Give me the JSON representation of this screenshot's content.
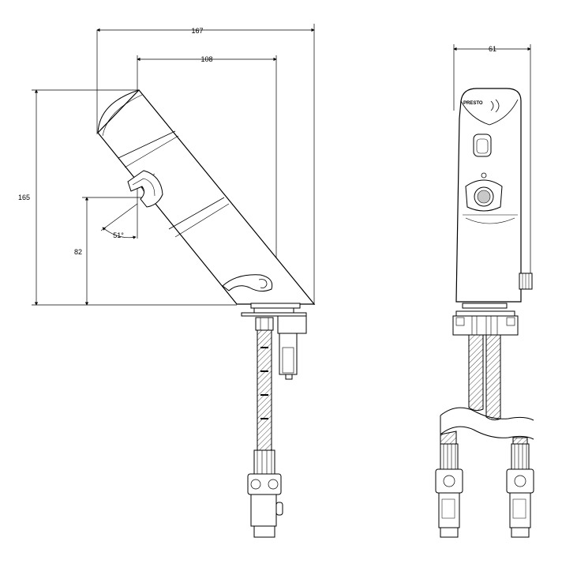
{
  "dimensions": {
    "overall_width": "167",
    "spout_reach": "108",
    "overall_height": "165",
    "outlet_height": "82",
    "spout_angle": "51°",
    "side_width": "61"
  },
  "logo_text": "PRESTO",
  "colors": {
    "line": "#000000",
    "background": "#ffffff",
    "grey": "#c8c8c8"
  }
}
